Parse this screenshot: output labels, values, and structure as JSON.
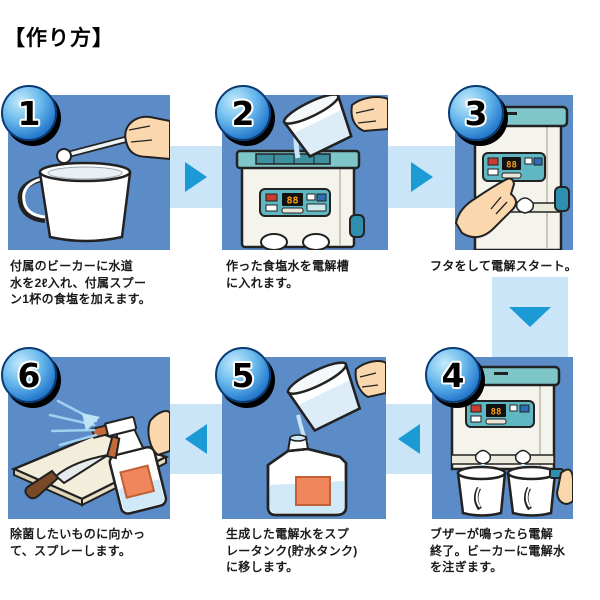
{
  "title": "【作り方】",
  "machine_display": "88",
  "colors": {
    "box-blue": "#5b8cc8",
    "band-blue": "#c9e5f7",
    "arrow-blue": "#1c9ad6",
    "machine-teal": "#7fc6cb",
    "panel-teal": "#5fb7c1",
    "display-orange": "#ffa21a",
    "label-orange": "#f0865c",
    "badge-navy": "#10528f",
    "skin": "#fbd7ae"
  },
  "steps": [
    {
      "num": "1",
      "illustration": "beaker-with-salt-spoon",
      "caption": "付属のビーカーに水道\n水を2ℓ入れ、付属スプー\nン1杯の食塩を加えます。"
    },
    {
      "num": "2",
      "illustration": "pour-salt-water-into-electrolyzer",
      "caption": "作った食塩水を電解槽\nに入れます。"
    },
    {
      "num": "3",
      "illustration": "close-lid-press-start",
      "caption": "フタをして電解スタート。"
    },
    {
      "num": "4",
      "illustration": "dispense-into-beakers",
      "caption": "ブザーが鳴ったら電解\n終了。ビーカーに電解水\nを注ぎます。"
    },
    {
      "num": "5",
      "illustration": "transfer-to-spray-tank",
      "caption": "生成した電解水をスプ\nレータンク(貯水タンク)\nに移します。"
    },
    {
      "num": "6",
      "illustration": "spray-on-target",
      "caption": "除菌したいものに向かっ\nて、スプレーします。"
    }
  ]
}
